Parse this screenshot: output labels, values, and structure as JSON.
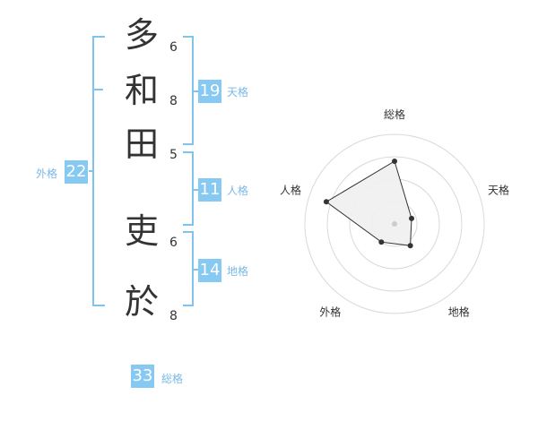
{
  "name": {
    "chars": [
      {
        "char": "多",
        "strokes": "6"
      },
      {
        "char": "和",
        "strokes": "8"
      },
      {
        "char": "田",
        "strokes": "5"
      },
      {
        "char": "吏",
        "strokes": "6"
      },
      {
        "char": "於",
        "strokes": "8"
      }
    ]
  },
  "fortune": {
    "tenkaku": {
      "value": "19",
      "label": "天格"
    },
    "jinkaku": {
      "value": "11",
      "label": "人格"
    },
    "chikaku": {
      "value": "14",
      "label": "地格"
    },
    "gaikaku": {
      "value": "22",
      "label": "外格"
    },
    "soukaku": {
      "value": "33",
      "label": "総格"
    }
  },
  "radar": {
    "axes": [
      "総格",
      "天格",
      "地格",
      "外格",
      "人格"
    ],
    "values": [
      0.7,
      0.2,
      0.3,
      0.25,
      0.8
    ],
    "colors": {
      "ring": "#d9d9d9",
      "fill": "#f0f0f0",
      "line": "#333333",
      "point": "#333333",
      "center": "#cccccc"
    }
  }
}
